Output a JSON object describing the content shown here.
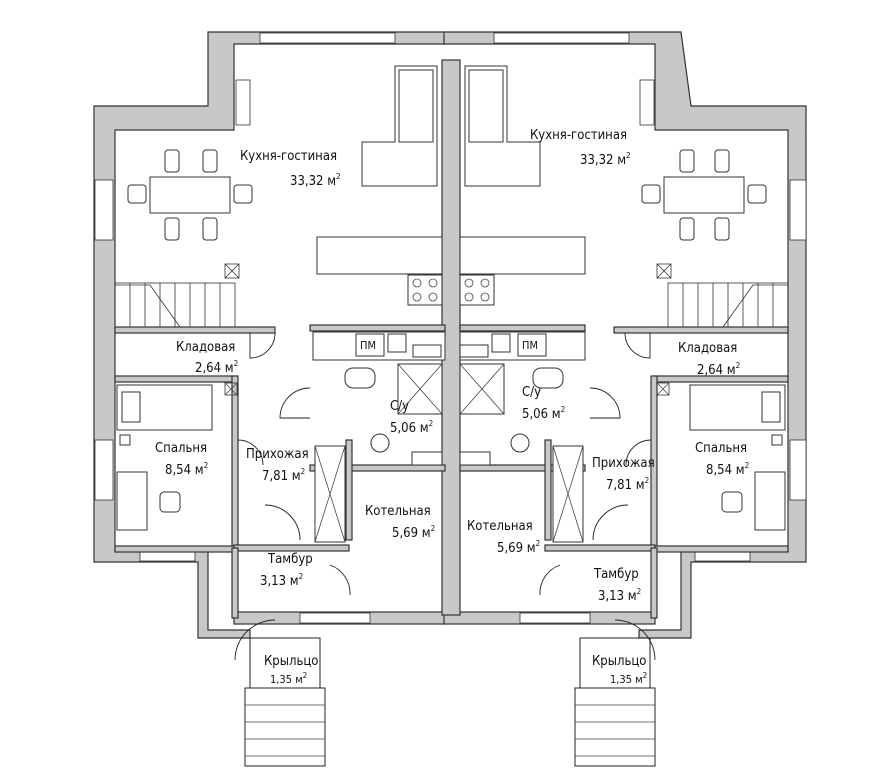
{
  "units": {
    "left": {
      "kitchen": {
        "name": "Кухня-гостиная",
        "area": "33,32",
        "unit": "м",
        "exp": "2"
      },
      "pantry": {
        "name": "Кладовая",
        "area": "2,64",
        "unit": "м",
        "exp": "2"
      },
      "bathroom": {
        "name": "С/у",
        "area": "5,06",
        "unit": "м",
        "exp": "2"
      },
      "bedroom": {
        "name": "Спальня",
        "area": "8,54",
        "unit": "м",
        "exp": "2"
      },
      "hallway": {
        "name": "Прихожая",
        "area": "7,81",
        "unit": "м",
        "exp": "2"
      },
      "boiler": {
        "name": "Котельная",
        "area": "5,69",
        "unit": "м",
        "exp": "2"
      },
      "vestibule": {
        "name": "Тамбур",
        "area": "3,13",
        "unit": "м",
        "exp": "2"
      },
      "porch": {
        "name": "Крыльцо",
        "area": "1,35",
        "unit": "м",
        "exp": "2"
      },
      "appliance": "ПМ"
    },
    "right": {
      "kitchen": {
        "name": "Кухня-гостиная",
        "area": "33,32",
        "unit": "м",
        "exp": "2"
      },
      "pantry": {
        "name": "Кладовая",
        "area": "2,64",
        "unit": "м",
        "exp": "2"
      },
      "bathroom": {
        "name": "С/у",
        "area": "5,06",
        "unit": "м",
        "exp": "2"
      },
      "bedroom": {
        "name": "Спальня",
        "area": "8,54",
        "unit": "м",
        "exp": "2"
      },
      "hallway": {
        "name": "Прихожая",
        "area": "7,81",
        "unit": "м",
        "exp": "2"
      },
      "boiler": {
        "name": "Котельная",
        "area": "5,69",
        "unit": "м",
        "exp": "2"
      },
      "vestibule": {
        "name": "Тамбур",
        "area": "3,13",
        "unit": "м",
        "exp": "2"
      },
      "porch": {
        "name": "Крыльцо",
        "area": "1,35",
        "unit": "м",
        "exp": "2"
      },
      "appliance": "ПМ"
    }
  }
}
